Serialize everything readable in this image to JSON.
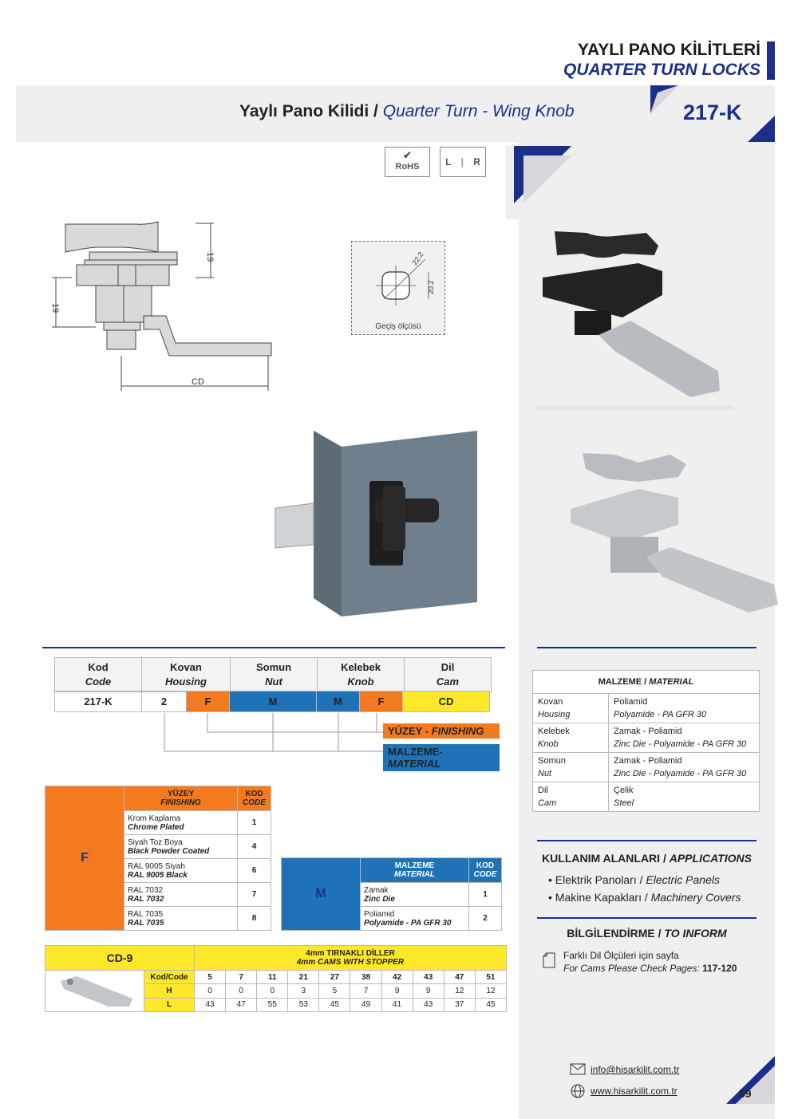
{
  "header": {
    "title_tr": "YAYLI PANO KİLİTLERİ",
    "title_en": "QUARTER TURN LOCKS"
  },
  "product": {
    "name_tr": "Yaylı Pano Kilidi /",
    "name_en": "Quarter Turn -  Wing Knob",
    "code": "217-K"
  },
  "badges": {
    "rohs": "RoHS",
    "l": "L",
    "r": "R"
  },
  "drawing": {
    "dim1": "19",
    "dim2": "19",
    "cd": "CD",
    "hole_a": "22.2",
    "hole_b": "20.2",
    "hole_label": "Geçiş ölçüsü"
  },
  "spec": {
    "headers": [
      {
        "tr": "Kod",
        "en": "Code"
      },
      {
        "tr": "Kovan",
        "en": "Housing"
      },
      {
        "tr": "Somun",
        "en": "Nut"
      },
      {
        "tr": "Kelebek",
        "en": "Knob"
      },
      {
        "tr": "Dil",
        "en": "Cam"
      }
    ],
    "row": [
      "217-K",
      "2",
      "F",
      "M",
      "M",
      "F",
      "CD"
    ],
    "legend_finish": "YÜZEY - FINISHING",
    "legend_finish_tr": "YÜZEY - ",
    "legend_finish_en": "FINISHING",
    "legend_mat_tr": "MALZEME- ",
    "legend_mat_en": "MATERIAL"
  },
  "finish": {
    "letter": "F",
    "h_tr": "YÜZEY",
    "h_en": "FINISHING",
    "k_tr": "KOD",
    "k_en": "CODE",
    "rows": [
      {
        "tr": "Krom Kaplama",
        "en": "Chrome Plated",
        "code": "1"
      },
      {
        "tr": "Siyah Toz Boya",
        "en": "Black Powder Coated",
        "code": "4"
      },
      {
        "tr": "RAL 9005 Siyah",
        "en": "RAL 9005 Black",
        "code": "6"
      },
      {
        "tr": "RAL 7032",
        "en": "RAL 7032",
        "code": "7"
      },
      {
        "tr": "RAL 7035",
        "en": "RAL 7035",
        "code": "8"
      }
    ]
  },
  "material_code": {
    "letter": "M",
    "h_tr": "MALZEME",
    "h_en": "MATERIAL",
    "k_tr": "KOD",
    "k_en": "CODE",
    "rows": [
      {
        "tr": "Zamak",
        "en": "Zinc Die",
        "code": "1"
      },
      {
        "tr": "Poliamid",
        "en": "Polyamide - PA GFR 30",
        "code": "2"
      }
    ]
  },
  "cams": {
    "name": "CD-9",
    "title_tr": "4mm TIRNAKLI DİLLER",
    "title_en": "4mm CAMS WITH STOPPER",
    "kod_label": "Kod/Code",
    "codes": [
      "5",
      "7",
      "11",
      "21",
      "27",
      "38",
      "42",
      "43",
      "47",
      "51"
    ],
    "h_label": "H",
    "h": [
      "0",
      "0",
      "0",
      "3",
      "5",
      "7",
      "9",
      "9",
      "12",
      "12"
    ],
    "l_label": "L",
    "l": [
      "43",
      "47",
      "55",
      "53",
      "45",
      "49",
      "41",
      "43",
      "37",
      "45"
    ]
  },
  "materials": {
    "title_tr": "MALZEME /",
    "title_en": "MATERIAL",
    "rows": [
      {
        "k_tr": "Kovan",
        "k_en": "Housing",
        "v_tr": "Poliamid",
        "v_en": "Polyamide - PA GFR 30"
      },
      {
        "k_tr": "Kelebek",
        "k_en": "Knob",
        "v_tr": "Zamak - Poliamid",
        "v_en": "Zinc Die - Polyamide - PA GFR 30"
      },
      {
        "k_tr": "Somun",
        "k_en": "Nut",
        "v_tr": "Zamak - Poliamid",
        "v_en": "Zinc Die - Polyamide - PA GFR 30"
      },
      {
        "k_tr": "Dil",
        "k_en": "Cam",
        "v_tr": "Çelik",
        "v_en": "Steel"
      }
    ]
  },
  "applications": {
    "title_tr": "KULLANIM ALANLARI /",
    "title_en": "APPLICATIONS",
    "items": [
      {
        "tr": "• Elektrik Panoları / ",
        "en": "Electric Panels"
      },
      {
        "tr": "• Makine Kapakları / ",
        "en": "Machinery Covers"
      }
    ]
  },
  "info": {
    "title_tr": "BİLGİLENDİRME /",
    "title_en": "TO INFORM",
    "line1": "Farklı Dil Ölçüleri için sayfa",
    "line2": "For Cams Please Check Pages:",
    "pages": "117-120"
  },
  "footer": {
    "email": "info@hisarkilit.com.tr",
    "web": "www.hisarkilit.com.tr",
    "page": "59"
  },
  "colors": {
    "navy": "#1b2f8a",
    "orange": "#f47a20",
    "blue": "#1e73b8",
    "yellow": "#ffe82a"
  }
}
